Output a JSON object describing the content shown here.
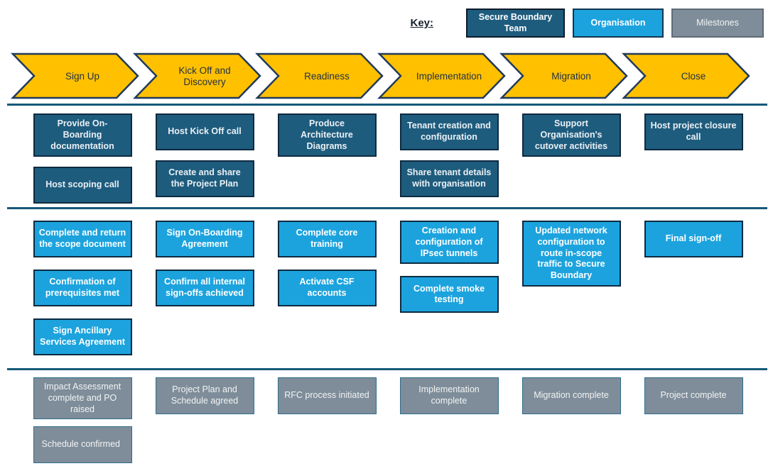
{
  "legend": {
    "label": "Key:",
    "items": [
      {
        "id": "secure-boundary-team",
        "label": "Secure Boundary Team",
        "style": "dark"
      },
      {
        "id": "organisation",
        "label": "Organisation",
        "style": "light"
      },
      {
        "id": "milestones",
        "label": "Milestones",
        "style": "gray"
      }
    ]
  },
  "phases": [
    {
      "label": "Sign Up"
    },
    {
      "label": "Kick Off and Discovery",
      "lines": [
        "Kick Off and",
        "Discovery"
      ]
    },
    {
      "label": "Readiness"
    },
    {
      "label": "Implementation"
    },
    {
      "label": "Migration"
    },
    {
      "label": "Close"
    }
  ],
  "lanes": [
    {
      "id": "secure-boundary-team",
      "style": "dark",
      "columns": [
        [
          "Provide On-Boarding documentation",
          "Host scoping call"
        ],
        [
          "Host Kick Off call",
          "Create and share the Project Plan"
        ],
        [
          "Produce Architecture Diagrams"
        ],
        [
          "Tenant creation and configuration",
          "Share tenant details with organisation"
        ],
        [
          "Support Organisation's cutover activities"
        ],
        [
          "Host project closure call"
        ]
      ]
    },
    {
      "id": "organisation",
      "style": "light",
      "columns": [
        [
          "Complete and return the scope document",
          "Confirmation of prerequisites met",
          "Sign Ancillary Services Agreement"
        ],
        [
          "Sign On-Boarding Agreement",
          "Confirm all internal sign-offs achieved"
        ],
        [
          "Complete core training",
          "Activate CSF accounts"
        ],
        [
          "Creation and configuration of IPsec tunnels",
          "Complete smoke testing"
        ],
        [
          "Updated network configuration to route in-scope traffic to Secure Boundary"
        ],
        [
          "Final sign-off"
        ]
      ]
    },
    {
      "id": "milestones",
      "style": "gray",
      "columns": [
        [
          "Impact Assessment complete and PO raised",
          {
            "label": "Schedule confirmed",
            "align": "left"
          }
        ],
        [
          "Project Plan and Schedule agreed"
        ],
        [
          "RFC process initiated"
        ],
        [
          "Implementation complete"
        ],
        [
          "Migration complete"
        ],
        [
          "Project complete"
        ]
      ]
    }
  ],
  "colors": {
    "chevron_fill": "#FFC000",
    "chevron_border": "#1F3A5C",
    "dark_box": "#1E5C7E",
    "light_box": "#1CA3DE",
    "gray_box": "#7E8D99",
    "separator_line": "#16597A"
  }
}
